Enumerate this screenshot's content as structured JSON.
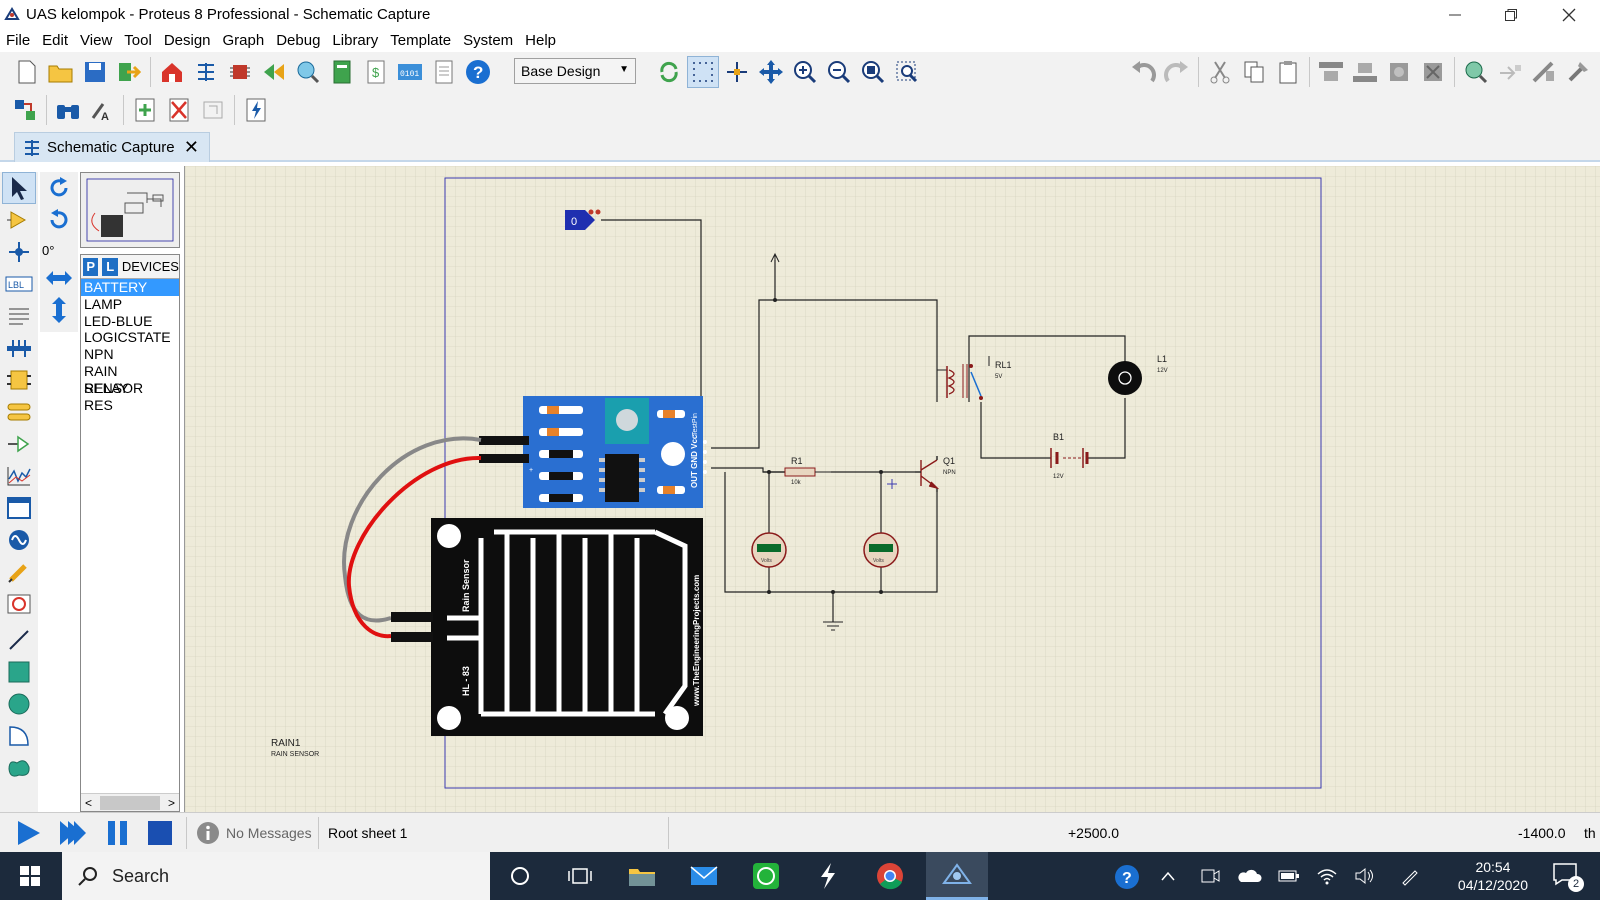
{
  "window": {
    "title": "UAS kelompok - Proteus 8 Professional - Schematic Capture"
  },
  "menu": [
    "File",
    "Edit",
    "View",
    "Tool",
    "Design",
    "Graph",
    "Debug",
    "Library",
    "Template",
    "System",
    "Help"
  ],
  "toolbar": {
    "layer_select": "Base Design"
  },
  "tab": {
    "label": "Schematic Capture"
  },
  "leftpanel": {
    "rotation": "0°",
    "header": "DEVICES",
    "pick_label": "P",
    "library_label": "L"
  },
  "devices": [
    "BATTERY",
    "LAMP",
    "LED-BLUE",
    "LOGICSTATE",
    "NPN",
    "RAIN SENSOR",
    "RELAY",
    "RES"
  ],
  "schematic": {
    "logic_state": "0",
    "module_pins": "OUT  GND  Vcc",
    "module_extra": "TestPin",
    "sensor_label": "Rain Sensor",
    "sensor_model": "HL - 83",
    "sensor_site": "www.TheEngineeringProjects.com",
    "rain_ref": "RAIN1",
    "rain_type": "RAIN SENSOR",
    "r1_ref": "R1",
    "r1_val": "10k",
    "q1_ref": "Q1",
    "q1_type": "NPN",
    "rl1_ref": "RL1",
    "rl1_val": "5V",
    "l1_ref": "L1",
    "l1_val": "12V",
    "b1_ref": "B1",
    "b1_val": "12V",
    "volts": "Volts"
  },
  "status": {
    "messages": "No Messages",
    "sheet": "Root sheet 1",
    "x": "+2500.0",
    "y": "-1400.0",
    "unit": "th"
  },
  "taskbar": {
    "search": "Search",
    "time": "20:54",
    "date": "04/12/2020",
    "notifications": "2"
  }
}
